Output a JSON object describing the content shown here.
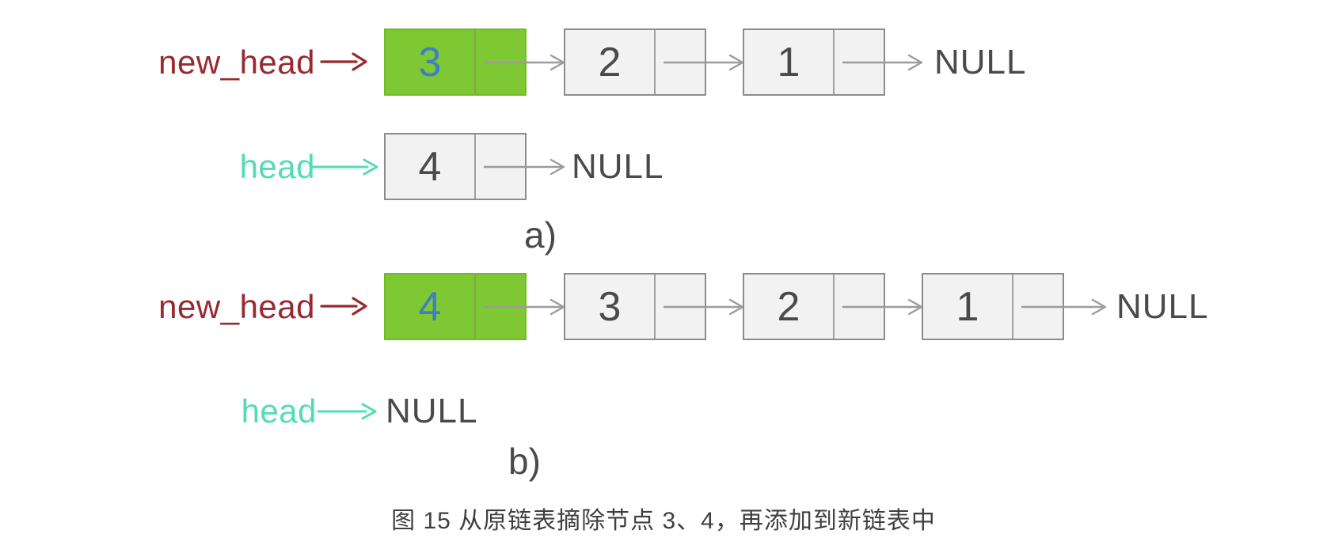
{
  "figure": {
    "caption": "图 15 从原链表摘除节点 3、4，再添加到新链表中",
    "section_a_label": "a)",
    "section_b_label": "b)"
  },
  "rows": [
    {
      "pointer": "new_head",
      "nodes": [
        "3",
        "2",
        "1"
      ],
      "terminal": "NULL"
    },
    {
      "pointer": "head",
      "nodes": [
        "4"
      ],
      "terminal": "NULL"
    },
    {
      "pointer": "new_head",
      "nodes": [
        "4",
        "3",
        "2",
        "1"
      ],
      "terminal": "NULL"
    },
    {
      "pointer": "head",
      "nodes": [],
      "terminal": "NULL"
    }
  ],
  "colors": {
    "new_head_label": "#98292f",
    "head_label": "#52dcb4",
    "highlight_node_fill": "#7dc833",
    "highlight_node_border": "#74b82c",
    "highlight_value_text": "#3f7ec6",
    "node_fill": "#f2f2f2",
    "node_border": "#8c8c8c",
    "node_divider": "#a0a0a0",
    "arrow_gray": "#9c9c9c",
    "text_dark": "#4a4a4a",
    "caption_text": "#3f3f3f"
  }
}
